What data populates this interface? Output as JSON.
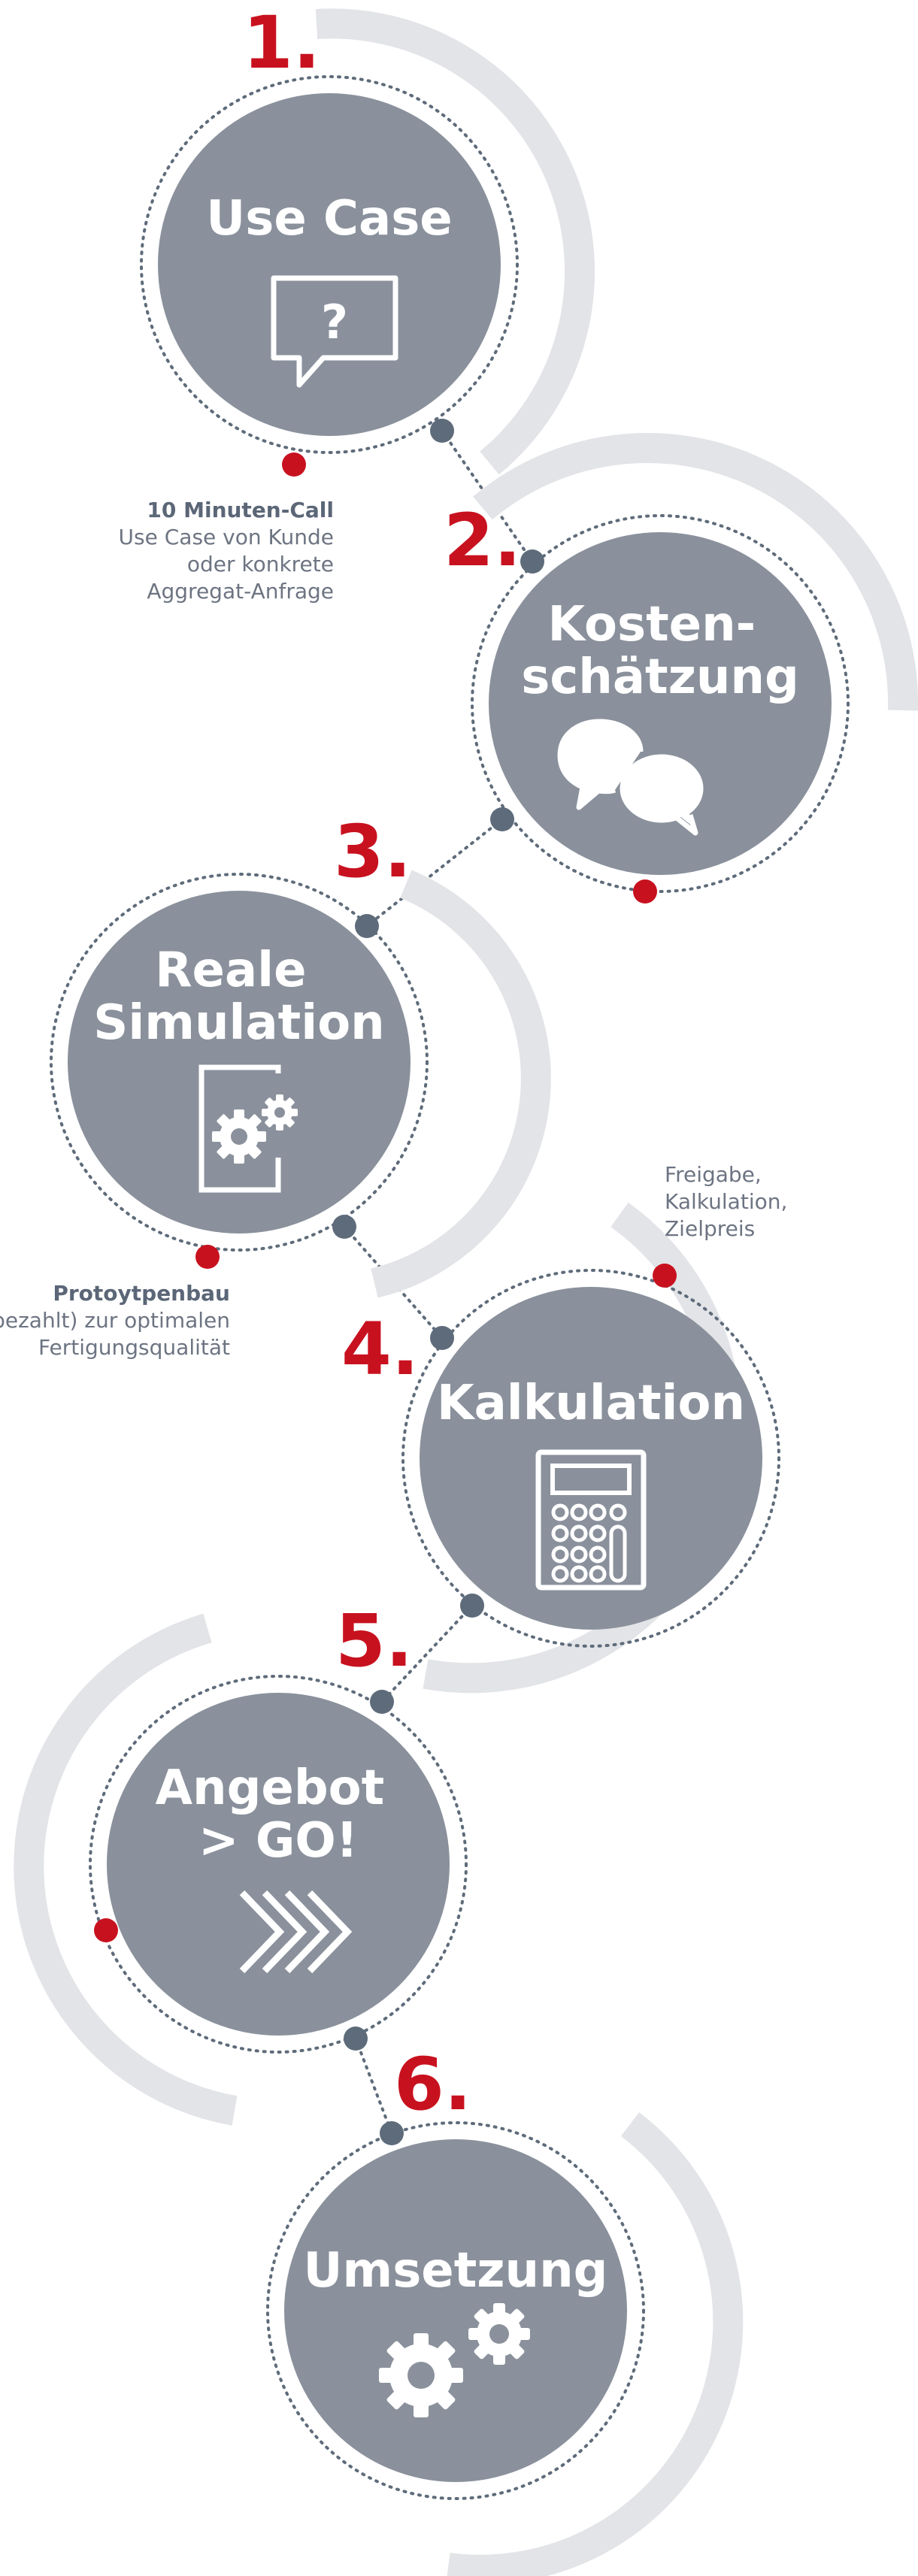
{
  "colors": {
    "circle": "#8a919c",
    "arc": "#e3e4e7",
    "accent_red": "#c8111f",
    "dot_grey": "#5e6b7a",
    "text_white": "#ffffff",
    "note_dark": "#5b6677",
    "note_light": "#6d7482"
  },
  "steps": [
    {
      "number": "1.",
      "title_lines": [
        "Use Case"
      ],
      "icon": "speech-bubble-question-icon"
    },
    {
      "number": "2.",
      "title_lines": [
        "Kosten-",
        "schätzung"
      ],
      "icon": "chat-bubbles-icon"
    },
    {
      "number": "3.",
      "title_lines": [
        "Reale",
        "Simulation"
      ],
      "icon": "gear-document-icon"
    },
    {
      "number": "4.",
      "title_lines": [
        "Kalkulation"
      ],
      "icon": "calculator-icon"
    },
    {
      "number": "5.",
      "title_lines": [
        "Angebot",
        "> GO!"
      ],
      "icon": "chevrons-right-icon"
    },
    {
      "number": "6.",
      "title_lines": [
        "Umsetzung"
      ],
      "icon": "gears-icon"
    }
  ],
  "notes": {
    "step1": {
      "bold": "10 Minuten-Call",
      "lines": [
        "Use Case von Kunde",
        "oder konkrete",
        "Aggregat-Anfrage"
      ]
    },
    "step3": {
      "bold": "Protoytpenbau",
      "lines": [
        "(bezahlt) zur optimalen",
        "Fertigungsqualität"
      ]
    },
    "step4": {
      "bold": "",
      "lines": [
        "Freigabe,",
        "Kalkulation,",
        "Zielpreis"
      ]
    }
  }
}
